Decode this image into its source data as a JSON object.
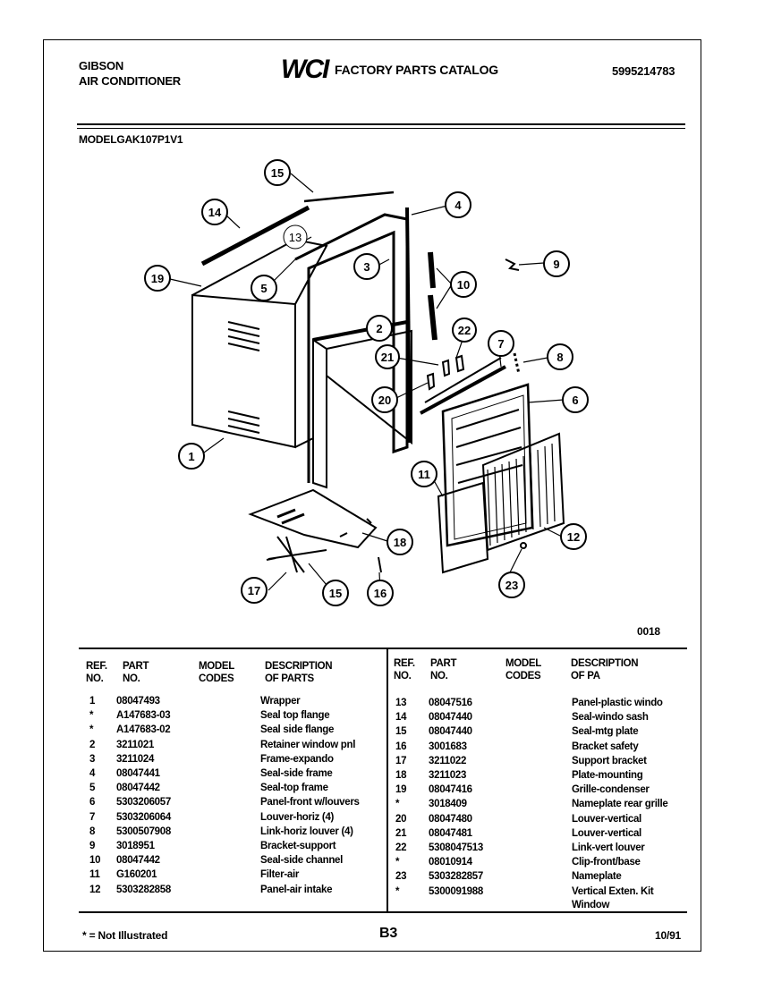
{
  "header": {
    "brand_line1": "GIBSON",
    "brand_line2": "AIR CONDITIONER",
    "logo_text": "WCI",
    "catalog_title": "FACTORY PARTS CATALOG",
    "catalog_number": "5995214783",
    "model_label": "MODELGAK107P1V1"
  },
  "diagram": {
    "id_code": "0018",
    "callouts": [
      "15",
      "14",
      "13",
      "4",
      "19",
      "5",
      "3",
      "9",
      "10",
      "2",
      "22",
      "7",
      "8",
      "21",
      "20",
      "6",
      "1",
      "11",
      "18",
      "12",
      "17",
      "15",
      "16",
      "23"
    ]
  },
  "table": {
    "headers": {
      "ref1": "REF.",
      "ref2": "NO.",
      "part1": "PART",
      "part2": "NO.",
      "model1": "MODEL",
      "model2": "CODES",
      "desc1": "DESCRIPTION",
      "desc2": "OF PARTS",
      "desc2_right": "OF PA"
    },
    "left_rows": [
      {
        "ref": "1",
        "part": "08047493",
        "desc": "Wrapper"
      },
      {
        "ref": "*",
        "part": "A147683-03",
        "desc": "Seal top flange"
      },
      {
        "ref": "*",
        "part": "A147683-02",
        "desc": "Seal side flange"
      },
      {
        "ref": "2",
        "part": "3211021",
        "desc": "Retainer window pnl"
      },
      {
        "ref": "3",
        "part": "3211024",
        "desc": "Frame-expando"
      },
      {
        "ref": "4",
        "part": "08047441",
        "desc": "Seal-side frame"
      },
      {
        "ref": "5",
        "part": "08047442",
        "desc": "Seal-top frame"
      },
      {
        "ref": "6",
        "part": "5303206057",
        "desc": "Panel-front w/louvers"
      },
      {
        "ref": "7",
        "part": "5303206064",
        "desc": "Louver-horiz (4)"
      },
      {
        "ref": "8",
        "part": "5300507908",
        "desc": "Link-horiz louver (4)"
      },
      {
        "ref": "9",
        "part": "3018951",
        "desc": "Bracket-support"
      },
      {
        "ref": "10",
        "part": "08047442",
        "desc": "Seal-side channel"
      },
      {
        "ref": "11",
        "part": "G160201",
        "desc": "Filter-air"
      },
      {
        "ref": "12",
        "part": "5303282858",
        "desc": "Panel-air intake"
      }
    ],
    "right_rows": [
      {
        "ref": "13",
        "part": "08047516",
        "desc": "Panel-plastic windo"
      },
      {
        "ref": "14",
        "part": "08047440",
        "desc": "Seal-windo sash"
      },
      {
        "ref": "15",
        "part": "08047440",
        "desc": "Seal-mtg plate"
      },
      {
        "ref": "16",
        "part": "3001683",
        "desc": "Bracket safety"
      },
      {
        "ref": "17",
        "part": "3211022",
        "desc": "Support bracket"
      },
      {
        "ref": "18",
        "part": "3211023",
        "desc": "Plate-mounting"
      },
      {
        "ref": "19",
        "part": "08047416",
        "desc": "Grille-condenser"
      },
      {
        "ref": "*",
        "part": "3018409",
        "desc": "Nameplate rear grille"
      },
      {
        "ref": "20",
        "part": "08047480",
        "desc": "Louver-vertical"
      },
      {
        "ref": "21",
        "part": "08047481",
        "desc": "Louver-vertical"
      },
      {
        "ref": "22",
        "part": "5308047513",
        "desc": "Link-vert louver"
      },
      {
        "ref": "*",
        "part": "08010914",
        "desc": "Clip-front/base"
      },
      {
        "ref": "23",
        "part": "5303282857",
        "desc": "Nameplate"
      },
      {
        "ref": "*",
        "part": "5300091988",
        "desc": "Vertical Exten. Kit"
      }
    ],
    "right_extra": "Window"
  },
  "footer": {
    "note": "* = Not Illustrated",
    "page": "B3",
    "date": "10/91"
  }
}
